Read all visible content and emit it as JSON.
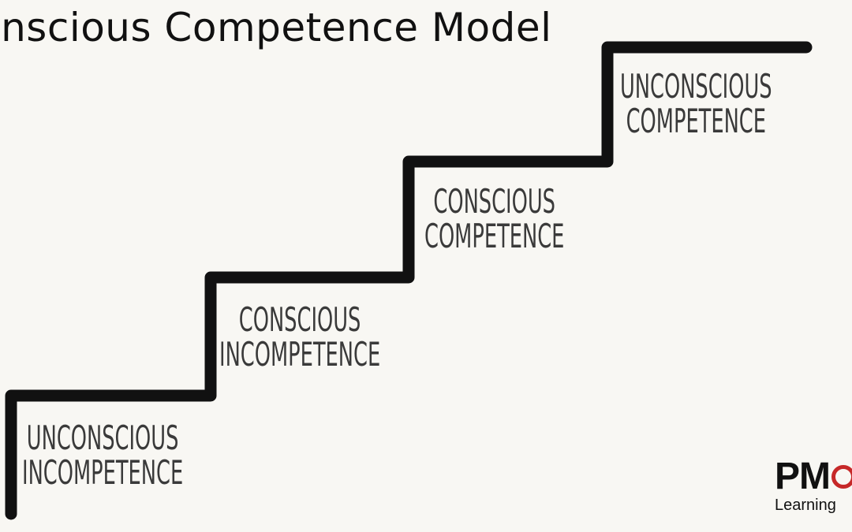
{
  "title": "onscious Competence Model",
  "steps": [
    {
      "line1": "UNCONSCIOUS",
      "line2": "INCOMPETENCE"
    },
    {
      "line1": "CONSCIOUS",
      "line2": "INCOMPETENCE"
    },
    {
      "line1": "CONSCIOUS",
      "line2": "COMPETENCE"
    },
    {
      "line1": "UNCONSCIOUS",
      "line2": "COMPETENCE"
    }
  ],
  "logo": {
    "mark": "PM",
    "subtitle": "Learning"
  },
  "colors": {
    "background": "#f8f7f3",
    "stairs": "#111111",
    "label_text": "#3a3a3a",
    "logo_accent": "#c62828"
  }
}
